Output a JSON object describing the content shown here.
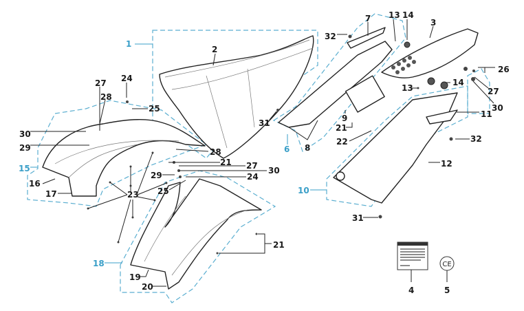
{
  "diagram": {
    "title_hidden": false,
    "accent_color": "#3a9fc8",
    "group_labels": {
      "g1": "1",
      "g6": "6",
      "g10": "10",
      "g15": "15",
      "g18": "18"
    },
    "part_labels": {
      "p2": "2",
      "p3": "3",
      "p4": "4",
      "p5": "5",
      "p7": "7",
      "p8": "8",
      "p9": "9",
      "p11": "11",
      "p12": "12",
      "p13a": "13",
      "p13b": "13",
      "p14a": "14",
      "p14b": "14",
      "p16": "16",
      "p17": "17",
      "p19": "19",
      "p20": "20",
      "p21a": "21",
      "p21b": "21",
      "p21c": "21",
      "p22": "22",
      "p23": "23",
      "p24a": "24",
      "p24b": "24",
      "p25a": "25",
      "p25b": "25",
      "p26": "26",
      "p27a": "27",
      "p27b": "27",
      "p27c": "27",
      "p28a": "28",
      "p28b": "28",
      "p29a": "29",
      "p29b": "29",
      "p30a": "30",
      "p30b": "30",
      "p30c": "30",
      "p31a": "31",
      "p31b": "31",
      "p32a": "32",
      "p32b": "32"
    },
    "ce_mark": "CE"
  }
}
